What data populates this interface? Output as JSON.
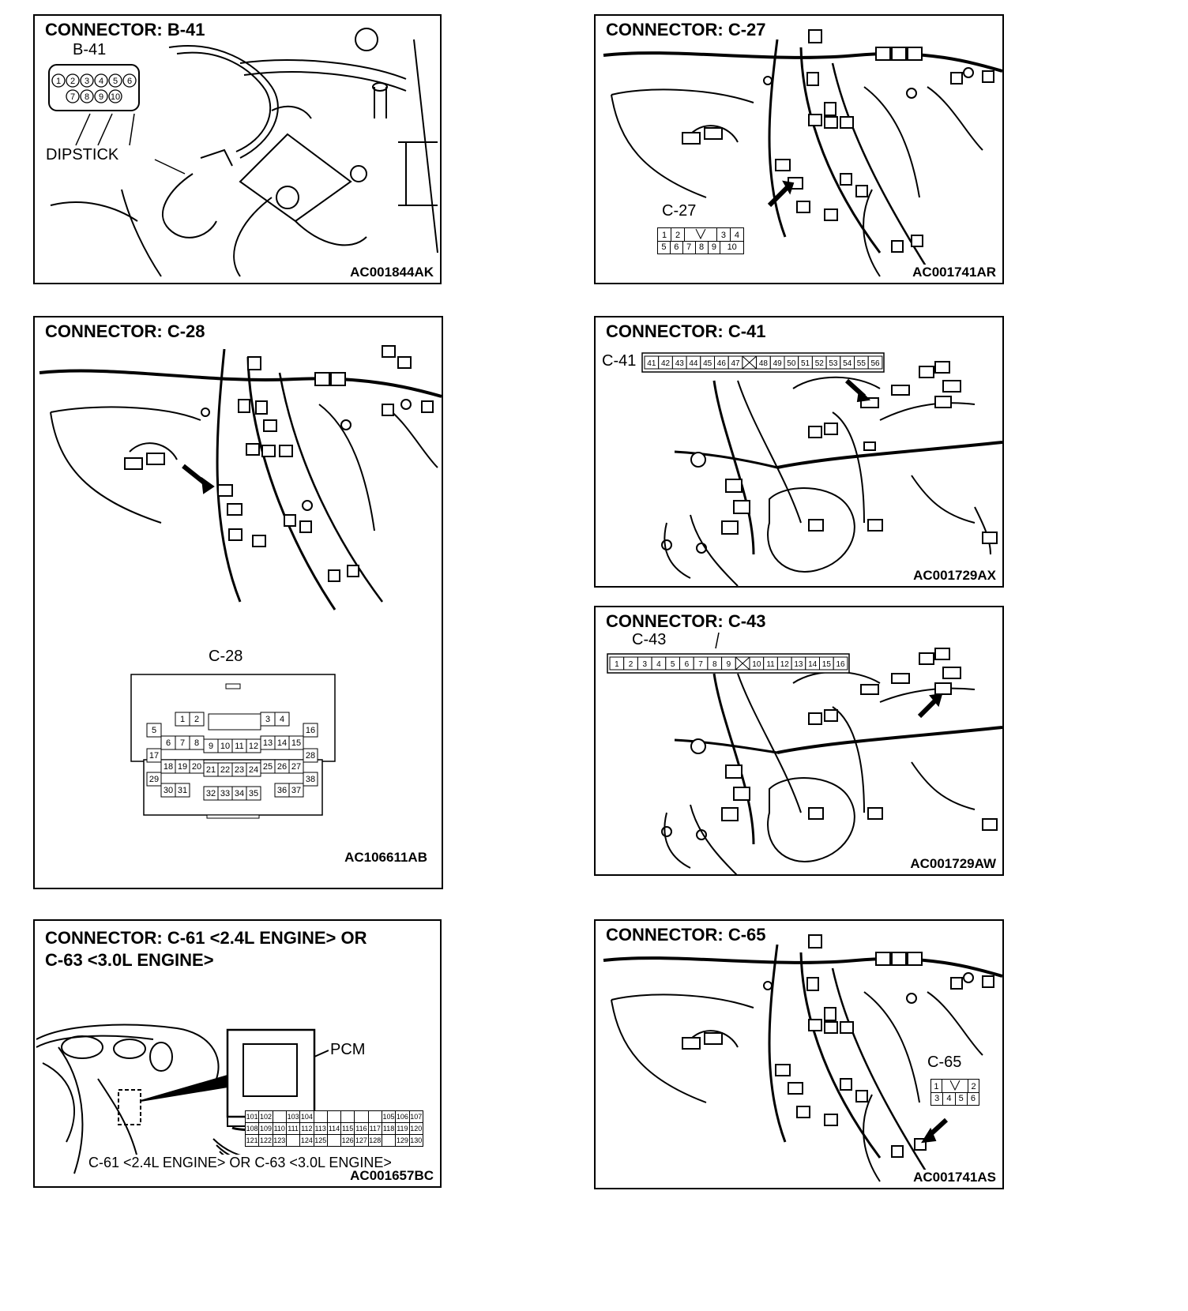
{
  "panels": {
    "b41": {
      "title": "CONNECTOR: B-41",
      "connector_label": "B-41",
      "note_label": "DIPSTICK",
      "code": "AC001844AK",
      "pins": [
        "1",
        "2",
        "3",
        "4",
        "5",
        "6",
        "7",
        "8",
        "9",
        "10"
      ]
    },
    "c27": {
      "title": "CONNECTOR: C-27",
      "connector_label": "C-27",
      "code": "AC001741AR",
      "pins_row1": [
        "1",
        "2",
        "",
        "3",
        "4"
      ],
      "pins_row2": [
        "5",
        "6",
        "7",
        "8",
        "9",
        "10"
      ]
    },
    "c28": {
      "title": "CONNECTOR: C-28",
      "connector_label": "C-28",
      "code": "AC106611AB",
      "pins": [
        "1",
        "2",
        "3",
        "4",
        "5",
        "6",
        "7",
        "8",
        "9",
        "10",
        "11",
        "12",
        "13",
        "14",
        "15",
        "16",
        "17",
        "18",
        "19",
        "20",
        "21",
        "22",
        "23",
        "24",
        "25",
        "26",
        "27",
        "28",
        "29",
        "30",
        "31",
        "32",
        "33",
        "34",
        "35",
        "36",
        "37",
        "38"
      ]
    },
    "c41": {
      "title": "CONNECTOR: C-41",
      "connector_label": "C-41",
      "code": "AC001729AX",
      "pins": [
        "41",
        "42",
        "43",
        "44",
        "45",
        "46",
        "47",
        "",
        "48",
        "49",
        "50",
        "51",
        "52",
        "53",
        "54",
        "55",
        "56"
      ]
    },
    "c43": {
      "title": "CONNECTOR: C-43",
      "connector_label": "C-43",
      "code": "AC001729AW",
      "pins": [
        "1",
        "2",
        "3",
        "4",
        "5",
        "6",
        "7",
        "8",
        "9",
        "",
        "10",
        "11",
        "12",
        "13",
        "14",
        "15",
        "16"
      ]
    },
    "c61": {
      "title_line1": "CONNECTOR: C-61 <2.4L ENGINE> OR",
      "title_line2": "C-63 <3.0L ENGINE>",
      "pcm_label": "PCM",
      "caption": "C-61 <2.4L ENGINE> OR C-63 <3.0L ENGINE>",
      "code": "AC001657BC",
      "pins_row1": [
        "101",
        "102",
        "",
        "103",
        "104",
        "",
        "",
        "",
        "",
        "",
        "105",
        "106",
        "107"
      ],
      "pins_row2": [
        "108",
        "109",
        "110",
        "111",
        "112",
        "113",
        "114",
        "115",
        "116",
        "117",
        "118",
        "119",
        "120"
      ],
      "pins_row3": [
        "121",
        "122",
        "123",
        "",
        "124",
        "125",
        "",
        "126",
        "127",
        "128",
        "",
        "129",
        "130"
      ]
    },
    "c65": {
      "title": "CONNECTOR: C-65",
      "connector_label": "C-65",
      "code": "AC001741AS",
      "pins_row1": [
        "1",
        "",
        "2"
      ],
      "pins_row2": [
        "3",
        "4",
        "5",
        "6"
      ]
    }
  }
}
